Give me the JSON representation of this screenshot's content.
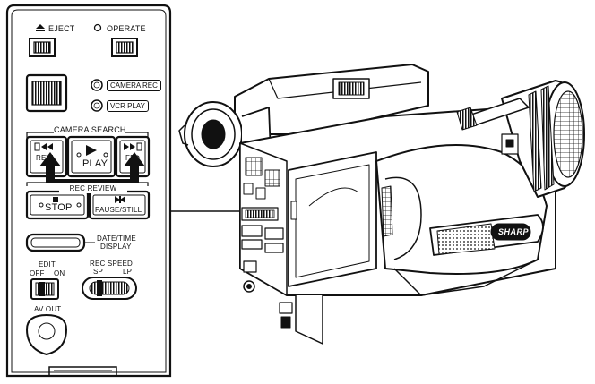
{
  "panel": {
    "eject_label": "EJECT",
    "operate_label": "OPERATE",
    "camera_rec_label": "CAMERA REC",
    "vcr_play_label": "VCR PLAY",
    "camera_search_label": "CAMERA SEARCH",
    "rew_label": "REW",
    "play_label": "PLAY",
    "ff_label": "FF",
    "rec_review_label": "REC REVIEW",
    "stop_label": "STOP",
    "pause_label": "PAUSE/STILL",
    "date_time_label_1": "DATE/TIME",
    "date_time_label_2": "DISPLAY",
    "edit_label": "EDIT",
    "edit_off_label": "OFF",
    "edit_on_label": "ON",
    "rec_speed_label": "REC SPEED",
    "sp_label": "SP",
    "lp_label": "LP",
    "av_out_label": "AV OUT"
  },
  "camera": {
    "brand_label": "SHARP"
  },
  "icons": {
    "eject": "eject-icon",
    "play": "play-triangle-icon",
    "rew": "rewind-icon",
    "ff": "fast-forward-icon",
    "stop": "stop-square-icon",
    "pause": "pause-still-icon"
  }
}
